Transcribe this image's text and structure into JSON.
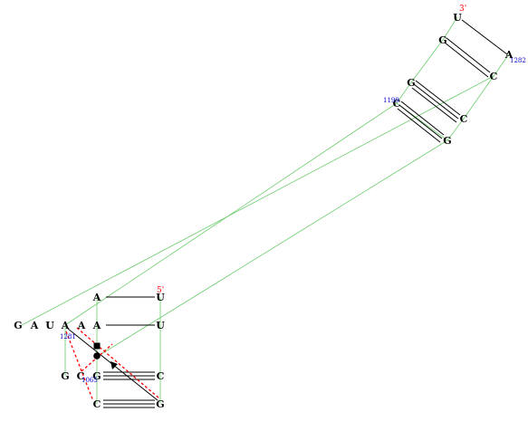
{
  "diagram": {
    "nucleotides": [
      {
        "id": "t_U3",
        "label": "U"
      },
      {
        "id": "t_G1",
        "label": "G"
      },
      {
        "id": "t_A",
        "label": "A"
      },
      {
        "id": "t_C1",
        "label": "C"
      },
      {
        "id": "t_G2",
        "label": "G"
      },
      {
        "id": "t_C2",
        "label": "C"
      },
      {
        "id": "t_C3",
        "label": "C"
      },
      {
        "id": "t_G3",
        "label": "G"
      },
      {
        "id": "b_A1",
        "label": "A"
      },
      {
        "id": "b_U1",
        "label": "U"
      },
      {
        "id": "b_A2",
        "label": "A"
      },
      {
        "id": "b_U2",
        "label": "U"
      },
      {
        "id": "l_G",
        "label": "G"
      },
      {
        "id": "l_A1",
        "label": "A"
      },
      {
        "id": "l_U",
        "label": "U"
      },
      {
        "id": "l_A2",
        "label": "A"
      },
      {
        "id": "l_A3",
        "label": "A"
      },
      {
        "id": "b_G1",
        "label": "G"
      },
      {
        "id": "b_C1",
        "label": "C"
      },
      {
        "id": "b_G2",
        "label": "G"
      },
      {
        "id": "b_C2",
        "label": "C"
      },
      {
        "id": "b_C3",
        "label": "C"
      },
      {
        "id": "b_G3",
        "label": "G"
      }
    ],
    "end_labels": {
      "top_three_prime": "3'",
      "bottom_five_prime": "5'"
    },
    "position_numbers": {
      "top_a": "1282",
      "top_c": "1199",
      "bottom_a": "1281",
      "bottom_c": "1065"
    },
    "colors": {
      "backbone": "#6ccb6c",
      "base_pair": "#000000",
      "non_canonical": "#ff0000",
      "end_label": "#ff0000",
      "position_number": "#0000cc"
    }
  }
}
